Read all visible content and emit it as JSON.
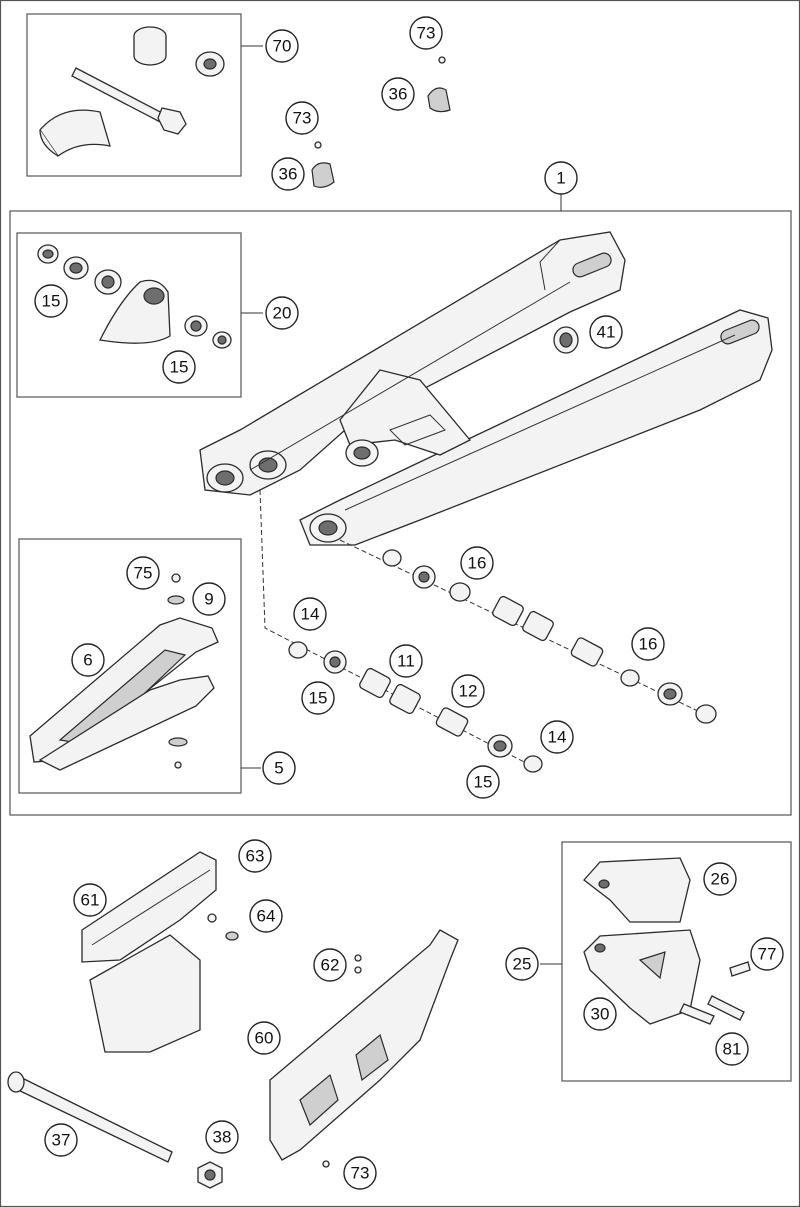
{
  "callouts": {
    "c70": "70",
    "c73_top_right": "73",
    "c36_top_right": "36",
    "c73_top_mid": "73",
    "c36_top_mid": "36",
    "c1": "1",
    "c15_bearing_box_upper": "15",
    "c20": "20",
    "c15_bearing_box_lower": "15",
    "c41": "41",
    "c16_upper": "16",
    "c16_lower": "16",
    "c14_upper": "14",
    "c11": "11",
    "c15_mid_left": "15",
    "c12": "12",
    "c14_lower": "14",
    "c15_bottom": "15",
    "c75": "75",
    "c9": "9",
    "c6": "6",
    "c5": "5",
    "c63": "63",
    "c61": "61",
    "c64": "64",
    "c62": "62",
    "c60": "60",
    "c37": "37",
    "c38": "38",
    "c73_bottom": "73",
    "c26": "26",
    "c25": "25",
    "c77": "77",
    "c30": "30",
    "c81": "81"
  }
}
